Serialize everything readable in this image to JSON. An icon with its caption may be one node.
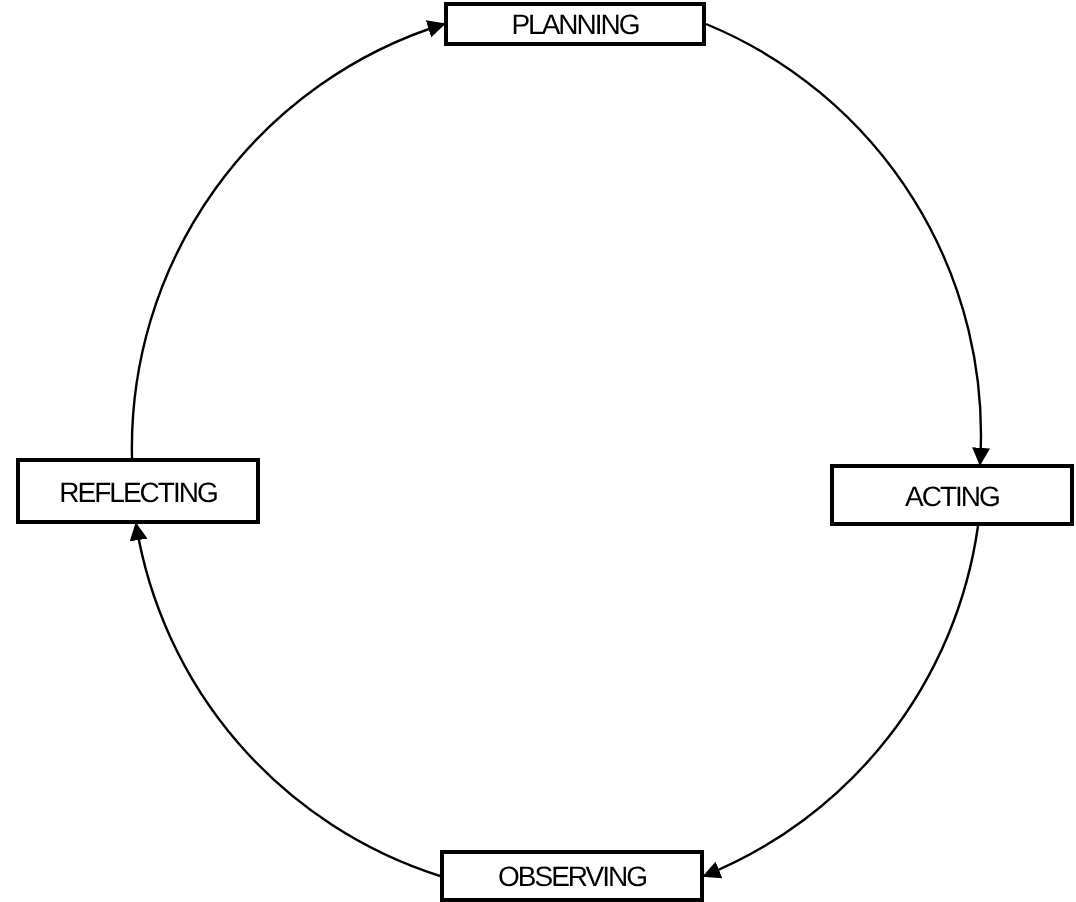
{
  "diagram": {
    "nodes": [
      {
        "text": [
          "PLANNING"
        ]
      },
      {
        "text": [
          "ACTING"
        ]
      },
      {
        "text": [
          "OBSERVING"
        ]
      },
      {
        "text": [
          "REFLECTING"
        ]
      }
    ],
    "edges": [
      {
        "from": 0,
        "to": 1,
        "arrow": "to"
      },
      {
        "from": 1,
        "to": 2,
        "arrow": "to"
      },
      {
        "from": 2,
        "to": 3,
        "arrow": "to"
      },
      {
        "from": 3,
        "to": 0,
        "arrow": "to"
      }
    ]
  }
}
